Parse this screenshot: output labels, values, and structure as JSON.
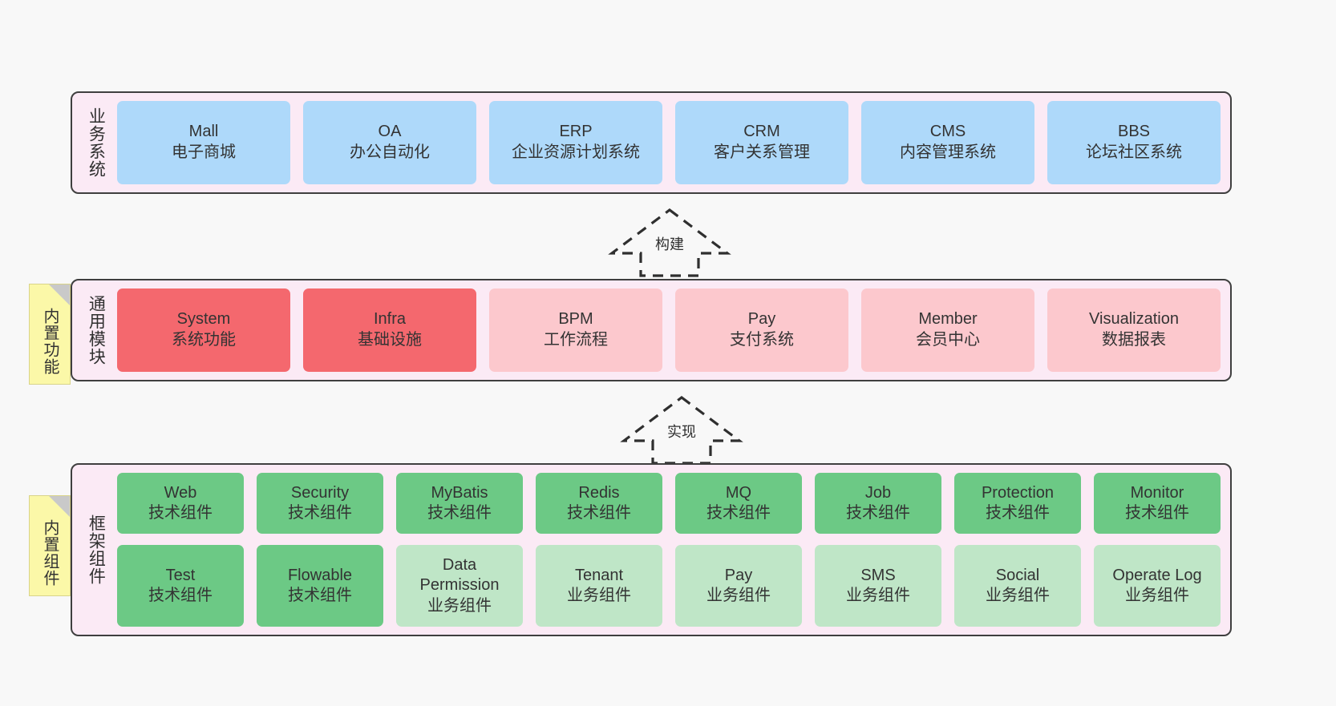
{
  "canvas": {
    "background": "#f8f8f8",
    "band_fill": "#fbeaf5",
    "band_border": "#3f3f3f",
    "sticky_fill": "#fbf8a8"
  },
  "layers": [
    {
      "id": "business-system",
      "title": "业务系统",
      "sticky": null,
      "rows": [
        {
          "cells": [
            {
              "en": "Mall",
              "cn": "电子商城",
              "color": "#aed9fa"
            },
            {
              "en": "OA",
              "cn": "办公自动化",
              "color": "#aed9fa"
            },
            {
              "en": "ERP",
              "cn": "企业资源计划系统",
              "color": "#aed9fa"
            },
            {
              "en": "CRM",
              "cn": "客户关系管理",
              "color": "#aed9fa"
            },
            {
              "en": "CMS",
              "cn": "内容管理系统",
              "color": "#aed9fa"
            },
            {
              "en": "BBS",
              "cn": "论坛社区系统",
              "color": "#aed9fa"
            }
          ]
        }
      ]
    },
    {
      "id": "common-module",
      "title": "通用模块",
      "sticky": "内置功能",
      "rows": [
        {
          "cells": [
            {
              "en": "System",
              "cn": "系统功能",
              "color": "#f4686e"
            },
            {
              "en": "Infra",
              "cn": "基础设施",
              "color": "#f4686e"
            },
            {
              "en": "BPM",
              "cn": "工作流程",
              "color": "#fcc8cd"
            },
            {
              "en": "Pay",
              "cn": "支付系统",
              "color": "#fcc8cd"
            },
            {
              "en": "Member",
              "cn": "会员中心",
              "color": "#fcc8cd"
            },
            {
              "en": "Visualization",
              "cn": "数据报表",
              "color": "#fcc8cd"
            }
          ]
        }
      ]
    },
    {
      "id": "framework-component",
      "title": "框架组件",
      "sticky": "内置组件",
      "rows": [
        {
          "cells": [
            {
              "en": "Web",
              "cn": "技术组件",
              "color": "#6cc985"
            },
            {
              "en": "Security",
              "cn": "技术组件",
              "color": "#6cc985"
            },
            {
              "en": "MyBatis",
              "cn": "技术组件",
              "color": "#6cc985"
            },
            {
              "en": "Redis",
              "cn": "技术组件",
              "color": "#6cc985"
            },
            {
              "en": "MQ",
              "cn": "技术组件",
              "color": "#6cc985"
            },
            {
              "en": "Job",
              "cn": "技术组件",
              "color": "#6cc985"
            },
            {
              "en": "Protection",
              "cn": "技术组件",
              "color": "#6cc985"
            },
            {
              "en": "Monitor",
              "cn": "技术组件",
              "color": "#6cc985"
            }
          ]
        },
        {
          "cells": [
            {
              "en": "Test",
              "cn": "技术组件",
              "color": "#6cc985"
            },
            {
              "en": "Flowable",
              "cn": "技术组件",
              "color": "#6cc985"
            },
            {
              "en": "Data Permission",
              "cn": "业务组件",
              "color": "#bfe6c7"
            },
            {
              "en": "Tenant",
              "cn": "业务组件",
              "color": "#bfe6c7"
            },
            {
              "en": "Pay",
              "cn": "业务组件",
              "color": "#bfe6c7"
            },
            {
              "en": "SMS",
              "cn": "业务组件",
              "color": "#bfe6c7"
            },
            {
              "en": "Social",
              "cn": "业务组件",
              "color": "#bfe6c7"
            },
            {
              "en": "Operate Log",
              "cn": "业务组件",
              "color": "#bfe6c7"
            }
          ]
        }
      ]
    }
  ],
  "connectors": [
    {
      "id": "build",
      "label": "构建"
    },
    {
      "id": "implement",
      "label": "实现"
    }
  ]
}
